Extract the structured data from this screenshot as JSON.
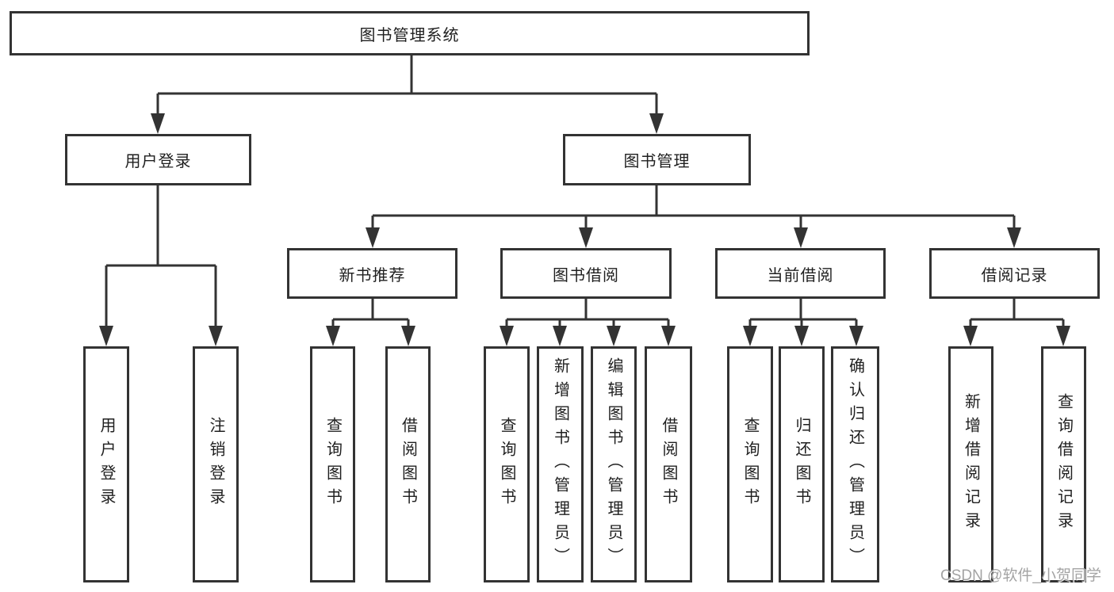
{
  "diagram": {
    "root": {
      "label": "图书管理系统"
    },
    "branches": [
      {
        "label": "用户登录",
        "children": [
          {
            "label": "用户登录"
          },
          {
            "label": "注销登录"
          }
        ]
      },
      {
        "label": "图书管理",
        "children": [
          {
            "label": "新书推荐",
            "children": [
              {
                "label": "查询图书"
              },
              {
                "label": "借阅图书"
              }
            ]
          },
          {
            "label": "图书借阅",
            "children": [
              {
                "label": "查询图书"
              },
              {
                "label": "新增图书（管理员）"
              },
              {
                "label": "编辑图书（管理员）"
              },
              {
                "label": "借阅图书"
              }
            ]
          },
          {
            "label": "当前借阅",
            "children": [
              {
                "label": "查询图书"
              },
              {
                "label": "归还图书"
              },
              {
                "label": "确认归还（管理员）"
              }
            ]
          },
          {
            "label": "借阅记录",
            "children": [
              {
                "label": "新增借阅记录"
              },
              {
                "label": "查询借阅记录"
              }
            ]
          }
        ]
      }
    ]
  },
  "watermark": {
    "text": "CSDN @软件_小贺同学"
  },
  "colors": {
    "line": "#333333",
    "text": "#1f1f1f",
    "box_background": "#ffffff",
    "page_background": "#ffffff",
    "watermark": "#9a9a9a"
  }
}
